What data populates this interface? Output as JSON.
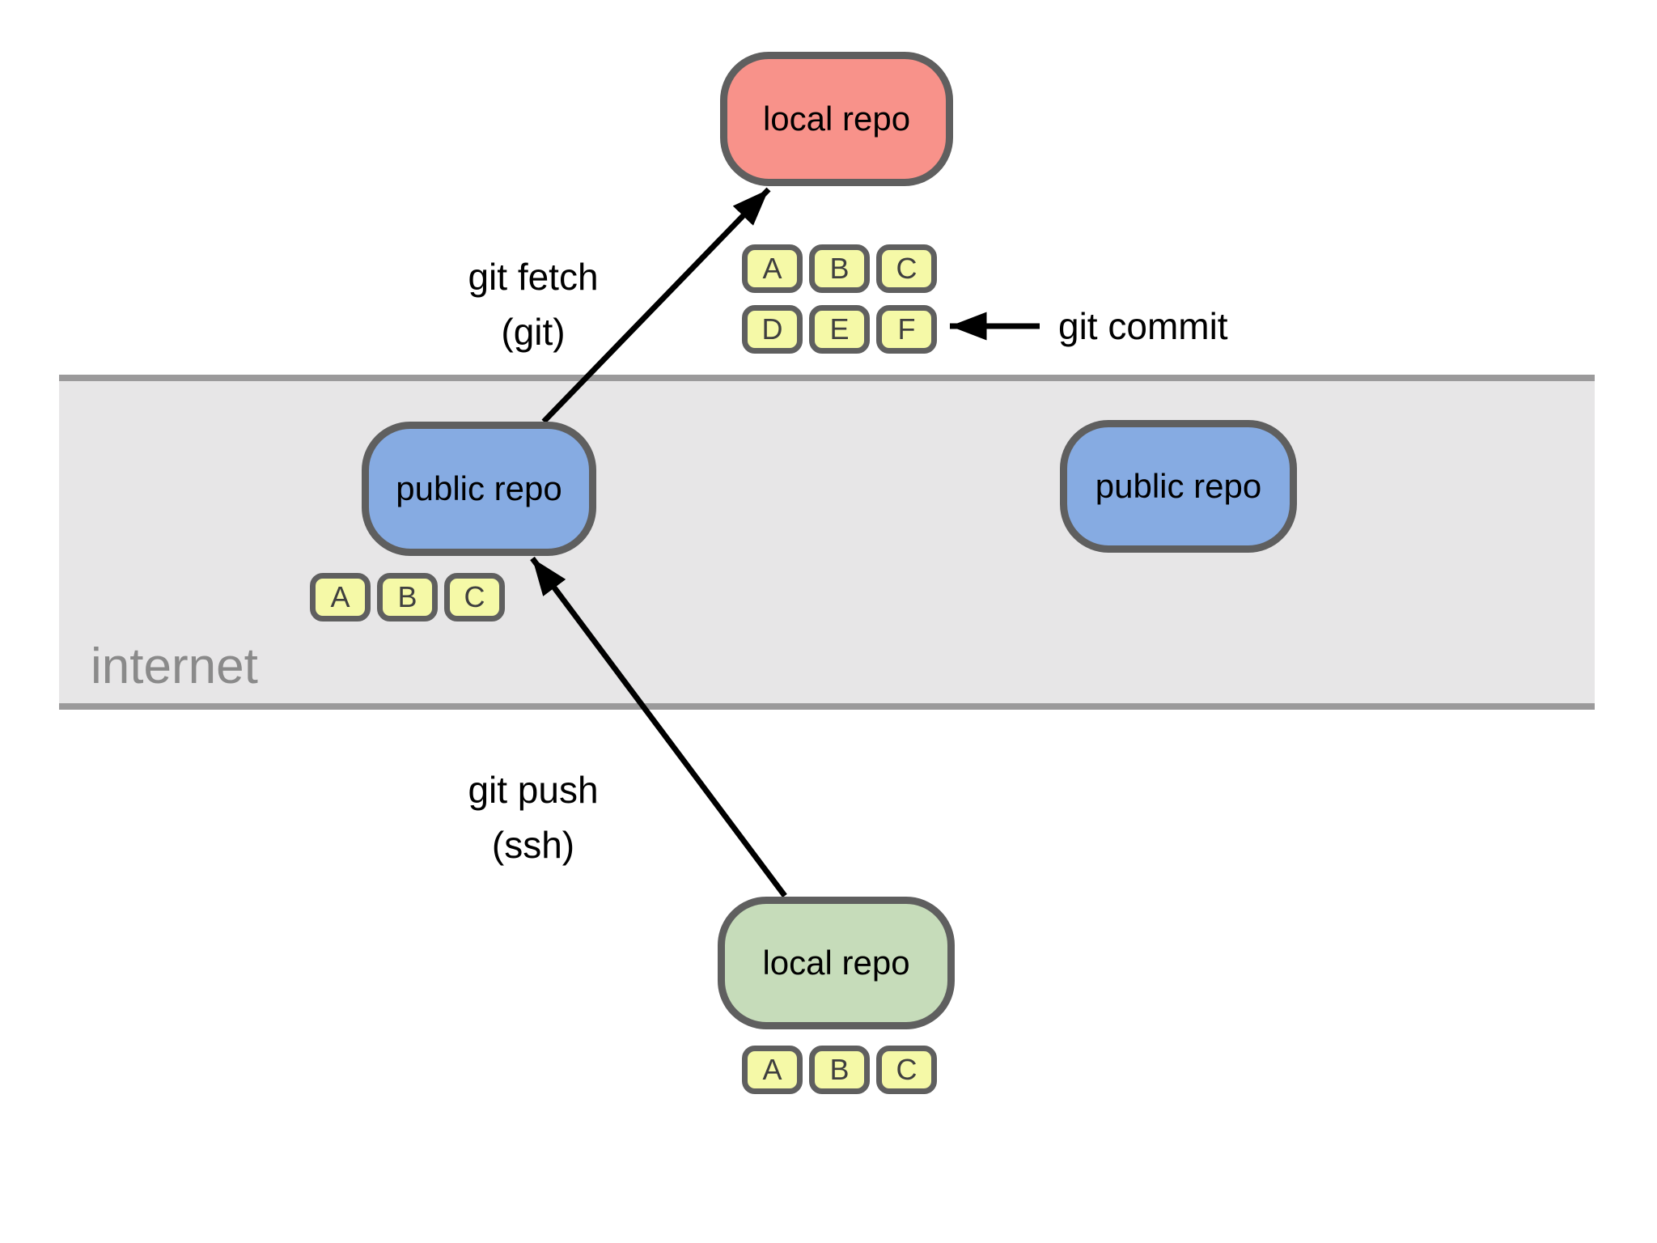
{
  "nodes": {
    "local_repo_top": "local repo",
    "public_repo_left": "public repo",
    "public_repo_right": "public repo",
    "local_repo_bottom": "local repo"
  },
  "commits": {
    "local_top": [
      "A",
      "B",
      "C",
      "D",
      "E",
      "F"
    ],
    "public_left": [
      "A",
      "B",
      "C"
    ],
    "local_bottom": [
      "A",
      "B",
      "C"
    ]
  },
  "labels": {
    "fetch_title": "git fetch",
    "fetch_sub": "(git)",
    "push_title": "git push",
    "push_sub": "(ssh)",
    "commit": "git commit",
    "internet": "internet"
  },
  "colors": {
    "local_repo_top_fill": "#f8928a",
    "public_repo_fill": "#86abe2",
    "local_repo_bottom_fill": "#c6dcba",
    "commit_fill": "#f5f9a7",
    "node_border": "#5f5f5f",
    "band_fill": "#e7e6e7",
    "band_border": "#9b9a9b",
    "band_label": "#8a8a8a",
    "arrow": "#000000"
  }
}
